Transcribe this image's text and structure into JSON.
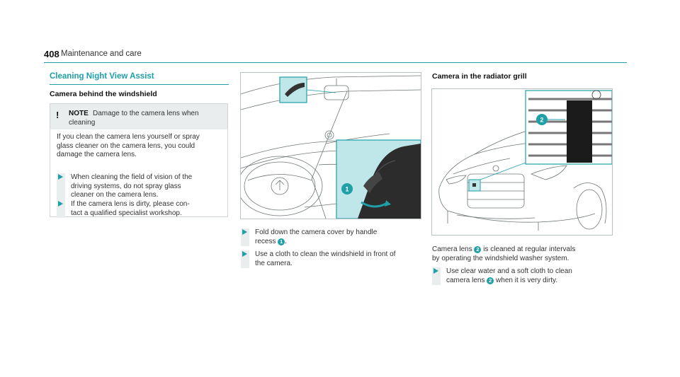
{
  "header": {
    "page_number": "408",
    "section": "Maintenance and care"
  },
  "left": {
    "title": "Cleaning Night View Assist",
    "subtitle": "Camera behind the windshield",
    "note": {
      "mark": "!",
      "label": "NOTE",
      "heading_line1": "Damage to the camera lens when",
      "heading_line2": "cleaning",
      "body": [
        "If you clean the camera lens yourself or spray",
        "glass cleaner on the camera lens, you could",
        "damage the camera lens."
      ],
      "bullet1": [
        "When cleaning the field of vision of the",
        "driving systems, do not spray glass",
        "cleaner on the camera lens."
      ],
      "bullet2": [
        "If the camera lens is dirty, please con-",
        "tact a qualified specialist workshop."
      ]
    }
  },
  "middle": {
    "badge1": "1",
    "step1_a": "Fold down the camera cover by handle",
    "step1_b": "recess",
    "step2": [
      "Use a cloth to clean the windshield in front of",
      "the camera."
    ]
  },
  "right": {
    "subtitle": "Camera in the radiator grill",
    "badge2": "2",
    "para_a": "Camera lens",
    "para_b": "is cleaned at regular intervals",
    "para_c": "by operating the windshield washer system.",
    "step_a": "Use clear water and a soft cloth to clean",
    "step_b": "camera lens",
    "step_c": "when it is very dirty."
  },
  "colors": {
    "accent": "#1f9fa8",
    "panel": "#e9edee",
    "highlight": "#bfe6e8"
  }
}
